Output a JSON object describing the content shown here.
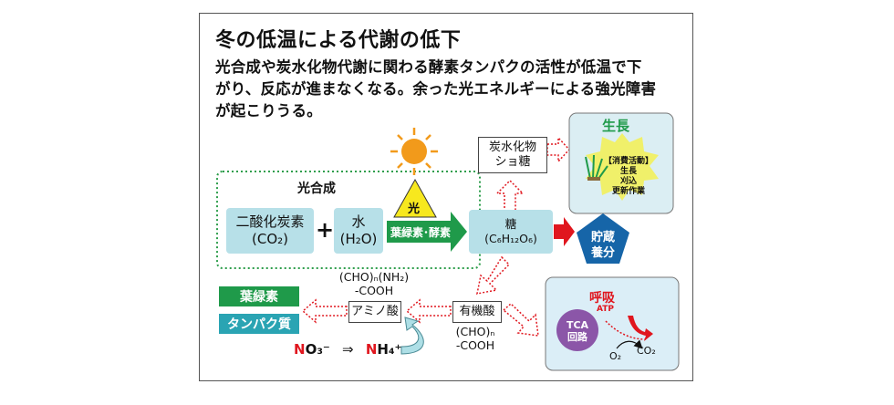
{
  "title": "冬の低温による代謝の低下",
  "description": [
    "光合成や炭水化物代謝に関わる酵素タンパクの活性が低温で下",
    "がり、反応が進まなくなる。余った光エネルギーによる強光障害",
    "が起こりうる。"
  ],
  "photosynthesis": {
    "label": "光合成",
    "co2": [
      "二酸化炭素",
      "(CO₂)"
    ],
    "plus": "+",
    "water": [
      "水",
      "(H₂O)"
    ],
    "light": "光",
    "enzyme_arrow": "葉緑素･酵素"
  },
  "sugar": [
    "糖",
    "(C₆H₁₂O₆)"
  ],
  "carbohydrate": [
    "炭水化物",
    "ショ糖"
  ],
  "growth": {
    "title": "生長",
    "activities": [
      "【消費活動】",
      "生長",
      "刈込",
      "更新作業"
    ]
  },
  "storage": [
    "貯蔵",
    "養分"
  ],
  "organic_acid": {
    "label": "有機酸",
    "formula": [
      "(CHO)ₙ",
      "-COOH"
    ]
  },
  "amino_acid": {
    "label": "アミノ酸",
    "formula": [
      "(CHO)ₙ(NH₂)",
      "-COOH"
    ]
  },
  "chlorophyll": "葉緑素",
  "protein": "タンパク質",
  "nitrogen": {
    "no3_n": "N",
    "no3_rest": "O₃⁻",
    "arrow": "⇒",
    "nh4_n": "N",
    "nh4_rest": "H₄⁺"
  },
  "respiration": {
    "title": "呼吸",
    "atp": "ATP",
    "tca": [
      "TCA",
      "回路"
    ],
    "o2": "O₂",
    "co2": "CO₂"
  },
  "colors": {
    "teal_box": "#b7e0e8",
    "green": "#1f9a4a",
    "dotted_green": "#2e9e4c",
    "red": "#e0161e",
    "blue": "#1665a8",
    "sun": "#f29a1b",
    "light_yellow": "#f7e81e",
    "growth_bg": "#dbeef3",
    "purple": "#8b56a8",
    "respiration_bg": "#dbeef7"
  }
}
